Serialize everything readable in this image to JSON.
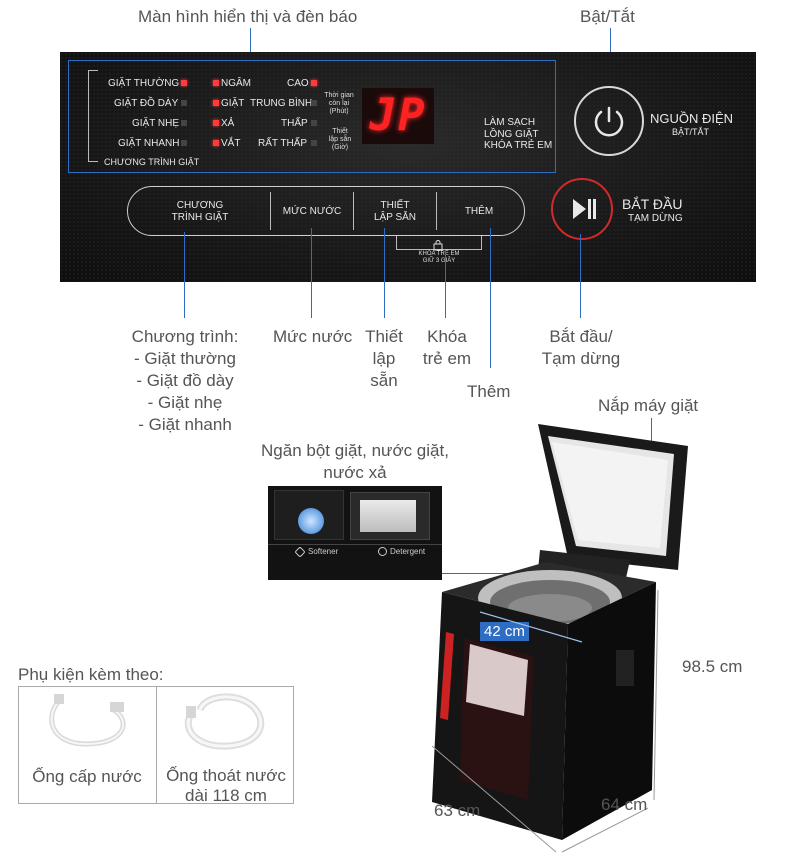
{
  "callouts": {
    "display": "Màn hình hiển thị và đèn báo",
    "power": "Bật/Tắt",
    "program_title": "Chương trình:",
    "program_items": [
      "- Giặt thường",
      "- Giặt đồ dày",
      "- Giặt nhẹ",
      "- Giặt nhanh"
    ],
    "water_level": "Mức nước",
    "preset_lines": [
      "Thiết",
      "lập",
      "sẵn"
    ],
    "child_lock_lines": [
      "Khóa",
      "trẻ em"
    ],
    "extra": "Thêm",
    "start_lines": [
      "Bắt đầu/",
      "Tạm dừng"
    ],
    "lid": "Nắp máy giặt",
    "dispenser_lines": [
      "Ngăn bột giặt, nước giặt,",
      "nước xả"
    ]
  },
  "panel": {
    "programs": [
      "GIẶT THƯỜNG",
      "GIẶT ĐỒ DÀY",
      "GIẶT NHẸ",
      "GIẶT NHANH"
    ],
    "program_group": "CHƯƠNG TRÌNH GIẶT",
    "steps": [
      "NGÂM",
      "GIẶT",
      "XẢ",
      "VẮT"
    ],
    "levels": [
      "CAO",
      "TRUNG BÌNH",
      "THẤP",
      "RẤT THẤP"
    ],
    "time_left_lines": [
      "Thời gian",
      "còn lại",
      "(Phút)"
    ],
    "preset_time_lines": [
      "Thiết",
      "lập sẵn",
      "(Giờ)"
    ],
    "segment_display": "JP",
    "clean_lines": [
      "LÀM SẠCH",
      "LỒNG GIẶT",
      "KHÓA TRẺ EM"
    ],
    "power_label": "NGUỒN ĐIỆN",
    "power_sub": "BẬT/TẮT",
    "start_label": "BẮT ĐẦU",
    "start_sub": "TẠM DỪNG",
    "btn_program_lines": [
      "CHƯƠNG",
      "TRÌNH GIẶT"
    ],
    "btn_water": "MỨC NƯỚC",
    "btn_preset_lines": [
      "THIẾT",
      "LẬP SẴN"
    ],
    "btn_extra": "THÊM",
    "lock_hint_lines": [
      "KHÓA TRẺ EM",
      "GIỮ 3 GIÂY"
    ]
  },
  "dispenser_labels": {
    "softener": "Softener",
    "detergent": "Detergent"
  },
  "dimensions": {
    "drum": "42 cm",
    "height": "98.5 cm",
    "depth": "64 cm",
    "width": "63 cm"
  },
  "accessories": {
    "title": "Phụ kiện kèm theo:",
    "inlet": "Ống cấp nước",
    "drain_lines": [
      "Ống thoát nước",
      "dài 118 cm"
    ]
  },
  "colors": {
    "accent_blue": "#2d6dc4",
    "led_red": "#ff3b3b",
    "panel_black": "#151515"
  }
}
